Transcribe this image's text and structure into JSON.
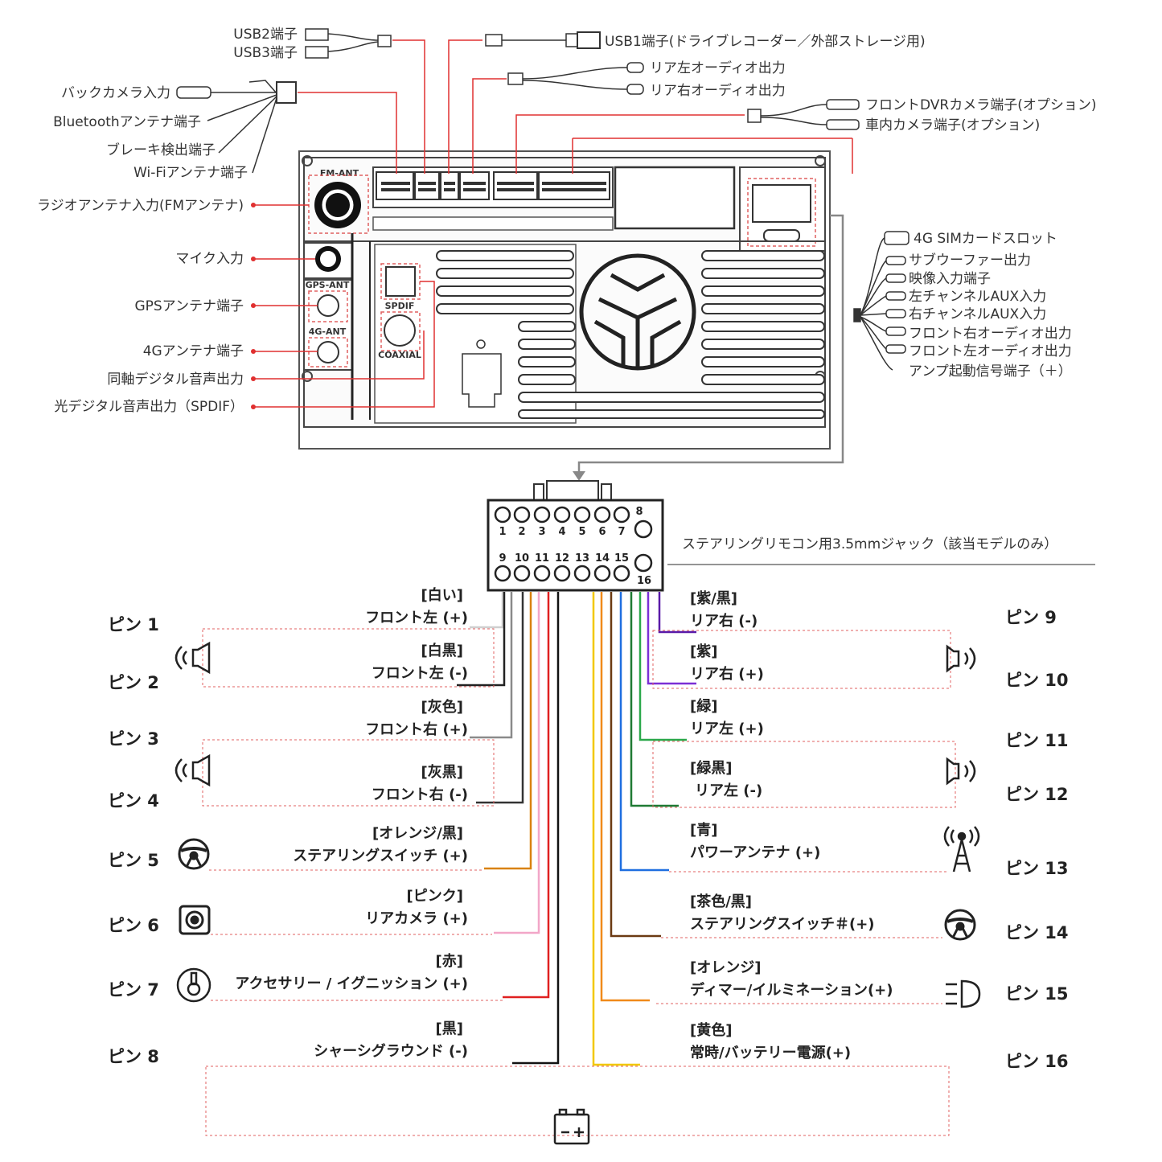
{
  "top_labels": {
    "usb2": "USB2端子",
    "usb3": "USB3端子",
    "usb1": "USB1端子(ドライブレコーダー／外部ストレージ用)",
    "rear_left_audio": "リア左オーディオ出力",
    "rear_right_audio": "リア右オーディオ出力",
    "front_dvr": "フロントDVRカメラ端子(オプション)",
    "in_car_cam": "車内カメラ端子(オプション)",
    "back_camera": "バックカメラ入力",
    "bluetooth": "Bluetoothアンテナ端子",
    "brake": "ブレーキ検出端子",
    "wifi": "Wi-Fiアンテナ端子"
  },
  "left_labels": {
    "radio": "ラジオアンテナ入力(FMアンテナ)",
    "mic": "マイク入力",
    "gps": "GPSアンテナ端子",
    "g4": "4Gアンテナ端子",
    "coax": "同軸デジタル音声出力",
    "spdif": "光デジタル音声出力（SPDIF）"
  },
  "unit_labels": {
    "fm_ant": "FM-ANT",
    "gps_ant": "GPS-ANT",
    "g4_ant": "4G-ANT",
    "spdif": "SPDIF",
    "coaxial": "COAXIAL"
  },
  "right_labels": [
    "4G SIMカードスロット",
    "サブウーファー出力",
    "映像入力端子",
    "左チャンネルAUX入力",
    "右チャンネルAUX入力",
    "フロント右オーディオ出力",
    "フロント左オーディオ出力",
    "アンプ起動信号端子（＋）"
  ],
  "connector": {
    "top_numbers": [
      "1",
      "2",
      "3",
      "4",
      "5",
      "6",
      "7",
      "8"
    ],
    "bottom_numbers": [
      "9",
      "10",
      "11",
      "12",
      "13",
      "14",
      "15",
      "16"
    ],
    "steering_jack": "ステアリングリモコン用3.5mmジャック（該当モデルのみ）"
  },
  "left_pins": [
    {
      "pin": "ピン 1",
      "color_name": "[白い]",
      "func": "フロント左 (+)",
      "wire": "#cfcfcf"
    },
    {
      "pin": "ピン 2",
      "color_name": "[白黒]",
      "func": "フロント左 (-)",
      "wire": "#222222"
    },
    {
      "pin": "ピン 3",
      "color_name": "[灰色]",
      "func": "フロント右 (+)",
      "wire": "#8a8a8a"
    },
    {
      "pin": "ピン 4",
      "color_name": "[灰黒]",
      "func": "フロント右 (-)",
      "wire": "#333333"
    },
    {
      "pin": "ピン 5",
      "color_name": "[オレンジ/黒]",
      "func": "ステアリングスイッチ (+)",
      "wire": "#d9820f"
    },
    {
      "pin": "ピン 6",
      "color_name": "[ピンク]",
      "func": "リアカメラ (+)",
      "wire": "#f2a6c8"
    },
    {
      "pin": "ピン 7",
      "color_name": "[赤]",
      "func": "アクセサリー / イグニッション (+)",
      "wire": "#e02020"
    },
    {
      "pin": "ピン 8",
      "color_name": "[黒]",
      "func": "シャーシグラウンド (-)",
      "wire": "#111111"
    }
  ],
  "right_pins": [
    {
      "pin": "ピン 9",
      "color_name": "[紫/黒]",
      "func": "リア右 (-)",
      "wire": "#5a1aa8"
    },
    {
      "pin": "ピン 10",
      "color_name": "[紫]",
      "func": "リア右 (+)",
      "wire": "#7b2fd6"
    },
    {
      "pin": "ピン 11",
      "color_name": "[緑]",
      "func": "リア左 (+)",
      "wire": "#2aa84a"
    },
    {
      "pin": "ピン 12",
      "color_name": "[緑黒]",
      "func": "リア左 (-)",
      "wire": "#1f7a33"
    },
    {
      "pin": "ピン 13",
      "color_name": "[青]",
      "func": "パワーアンテナ (+)",
      "wire": "#1f6fe0"
    },
    {
      "pin": "ピン 14",
      "color_name": "[茶色/黒]",
      "func": "ステアリングスイッチ＃(+)",
      "wire": "#6b3a12"
    },
    {
      "pin": "ピン 15",
      "color_name": "[オレンジ]",
      "func": "ディマー/イルミネーション(+)",
      "wire": "#f08a1a"
    },
    {
      "pin": "ピン 16",
      "color_name": "[黄色]",
      "func": "常時/バッテリー電源(+)",
      "wire": "#f2c800"
    }
  ],
  "icons": [
    "speaker-icon",
    "speaker-icon",
    "steering-wheel-icon",
    "camera-icon",
    "ignition-key-icon",
    "speaker-icon",
    "speaker-icon",
    "antenna-icon",
    "steering-wheel-icon",
    "headlight-icon",
    "battery-icon"
  ],
  "colors": {
    "red_line": "#e03030",
    "dash": "#e06060",
    "grey_arrow": "#888888"
  }
}
